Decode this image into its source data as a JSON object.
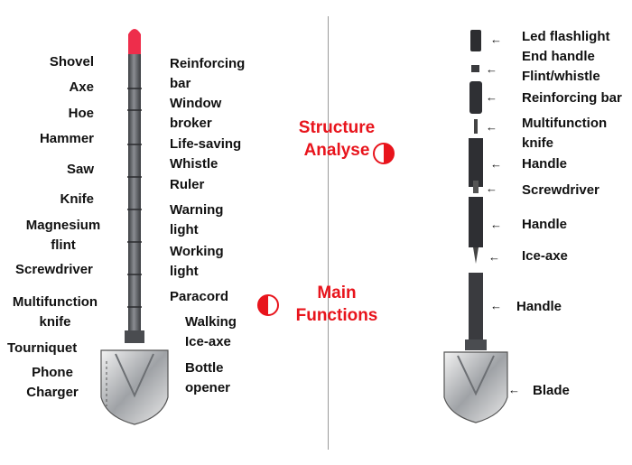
{
  "colors": {
    "accent": "#e8141c",
    "steel": "#6b6e72",
    "tip": "#ee2d4b"
  },
  "main_functions_left": [
    "Shovel",
    "Axe",
    "Hoe",
    "Hammer",
    "Saw",
    "Knife",
    "Magnesium\nflint",
    "Screwdriver",
    "Multifunction\nknife",
    "Tourniquet",
    "Phone\nCharger"
  ],
  "main_functions_right": [
    "Reinforcing\nbar",
    "Window\nbroker",
    "Life-saving\nWhistle",
    "Ruler",
    "Warning\nlight",
    "Working\nlight",
    "Paracord",
    "Walking\nIce-axe",
    "Bottle\nopener"
  ],
  "main_title": "Main\nFunctions",
  "structure_title": "Structure\nAnalyse",
  "structure_labels": [
    "Led flashlight",
    "End handle",
    "Flint/whistle",
    "Reinforcing bar",
    "Multifunction\nknife",
    "Handle",
    "Screwdriver",
    "Handle",
    "Ice-axe",
    "Handle",
    "Blade"
  ],
  "icons": {
    "pointer": "red-half-circle-pointer-icon",
    "arrow": "left-arrow-icon"
  }
}
